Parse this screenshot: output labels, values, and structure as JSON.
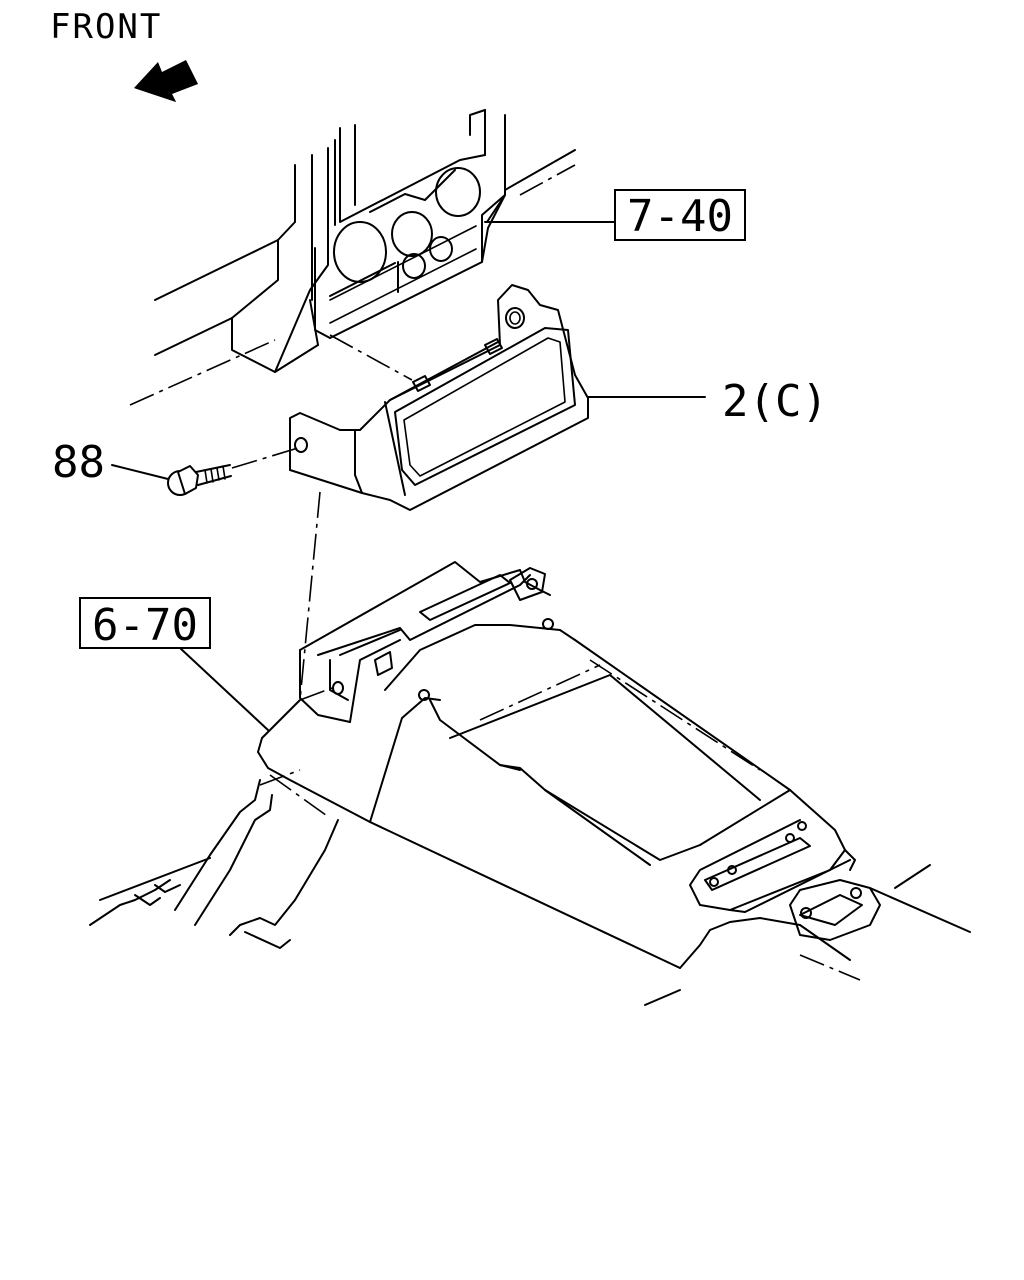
{
  "direction_label": "FRONT",
  "callouts": {
    "ref_7_40": "7-40",
    "part_2c": "2(C)",
    "part_88": "88",
    "ref_6_70": "6-70"
  },
  "icons": {
    "front_arrow": "arrow-up-left"
  },
  "colors": {
    "line": "#000000",
    "background": "#ffffff"
  }
}
